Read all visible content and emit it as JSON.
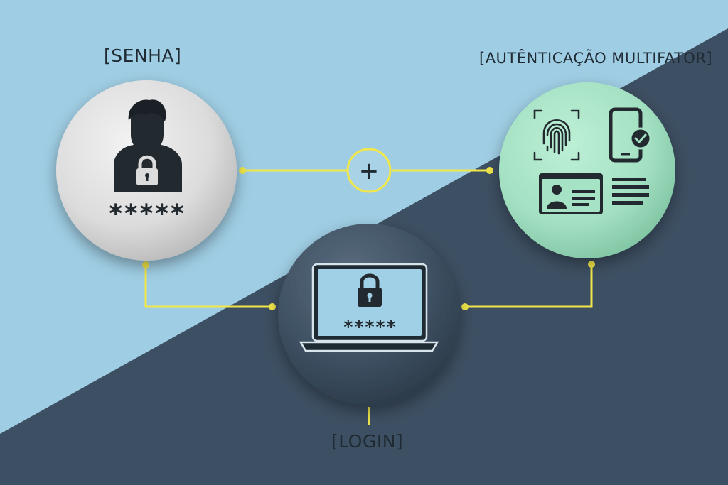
{
  "labels": {
    "password": "[SENHA]",
    "mfa": "[AUTÊNTICAÇÃO MULTIFATOR]",
    "login": "[LOGIN]"
  },
  "password_node": {
    "masked_text": "*****"
  },
  "combine_symbol": "+",
  "login_node": {
    "masked_text": "*****"
  },
  "icons": {
    "password": [
      "user-icon",
      "padlock-icon"
    ],
    "mfa": [
      "fingerprint-icon",
      "smartphone-check-icon",
      "id-card-icon",
      "text-lines-icon"
    ],
    "login": [
      "laptop-icon",
      "padlock-icon"
    ]
  },
  "colors": {
    "background_light": "#9fcde3",
    "background_dark": "#3d4f62",
    "password_circle": "#dcdcdc",
    "mfa_circle": "#a6e2c4",
    "login_circle": "#3d4f61",
    "connector": "#f1e64a",
    "icon_dark": "#222a30",
    "laptop_screen": "#9fd0e6"
  }
}
